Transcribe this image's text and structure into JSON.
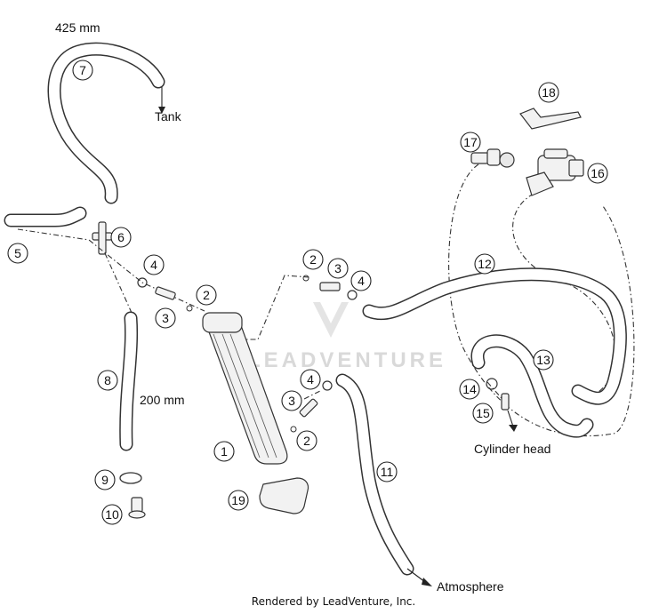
{
  "labels": {
    "hose_length_top": "425 mm",
    "hose_length_mid": "200 mm",
    "tank": "Tank",
    "atmosphere": "Atmosphere",
    "cylinder_head": "Cylinder head"
  },
  "callouts": {
    "c1": "1",
    "c2a": "2",
    "c2b": "2",
    "c2c": "2",
    "c3a": "3",
    "c3b": "3",
    "c3c": "3",
    "c4a": "4",
    "c4b": "4",
    "c4c": "4",
    "c5": "5",
    "c6": "6",
    "c7": "7",
    "c8": "8",
    "c9": "9",
    "c10": "10",
    "c11": "11",
    "c12": "12",
    "c13": "13",
    "c14": "14",
    "c15": "15",
    "c16": "16",
    "c17": "17",
    "c18": "18",
    "c19": "19"
  },
  "watermark": "LEADVENTURE",
  "footer": "Rendered by LeadVenture, Inc."
}
